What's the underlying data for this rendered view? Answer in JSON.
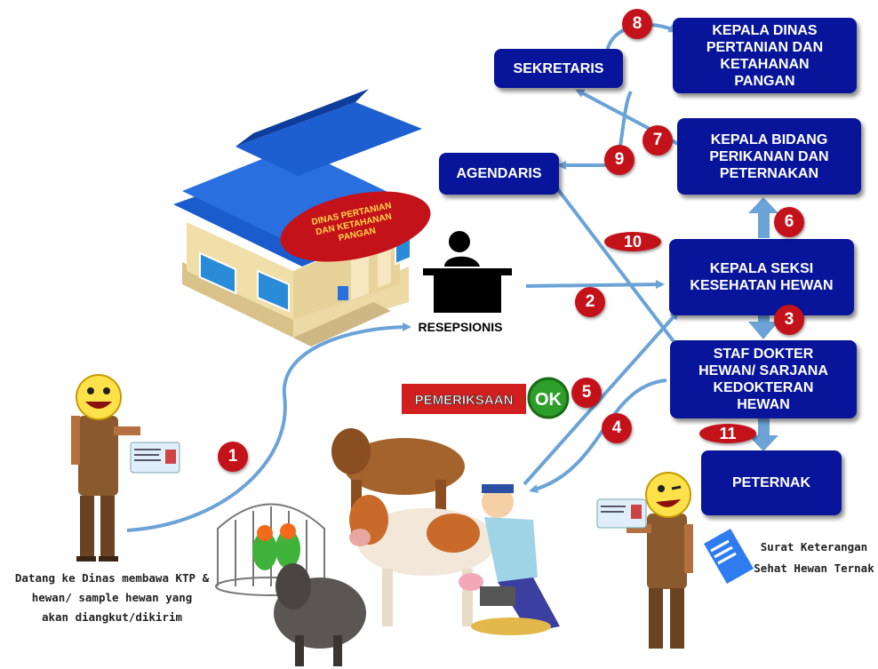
{
  "boxes": {
    "kepala_dinas": "KEPALA DINAS\nPERTANIAN DAN\nKETAHANAN\nPANGAN",
    "sekretaris": "SEKRETARIS",
    "kepala_bidang": "KEPALA BIDANG\nPERIKANAN DAN\nPETERNAKAN",
    "agendaris": "AGENDARIS",
    "kepala_seksi": "KEPALA SEKSI\nKESEHATAN HEWAN",
    "staf_dokter": "STAF DOKTER\nHEWAN/ SARJANA\nKEDOKTERAN\nHEWAN",
    "peternak": "PETERNAK"
  },
  "steps": [
    "1",
    "2",
    "3",
    "4",
    "5",
    "6",
    "7",
    "8",
    "9",
    "10",
    "11"
  ],
  "building_sign": "DINAS PERTANIAN\nDAN KETAHANAN\nPANGAN",
  "resepsionis": "RESEPSIONIS",
  "pemeriksaan": "PEMERIKSAAN",
  "ok": "OK",
  "caption_left": "Datang ke Dinas membawa KTP &\nhewan/ sample hewan yang\nakan diangkut/dikirim",
  "caption_right": "Surat Keterangan\nSehat Hewan Ternak",
  "colors": {
    "box": "#08159a",
    "step": "#c4121a",
    "arrow": "#6ba3d6"
  }
}
